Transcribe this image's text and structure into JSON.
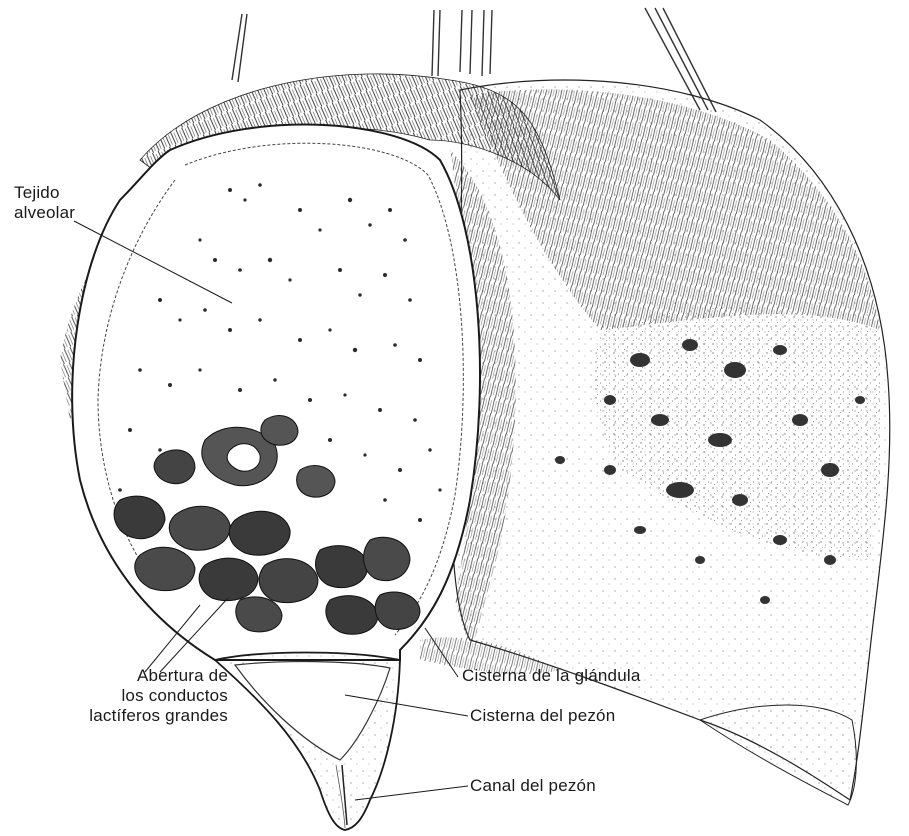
{
  "labels": {
    "tejido": "Tejido alveolar",
    "tejido_line1": "Tejido",
    "tejido_line2": "alveolar",
    "abertura_line1": "Abertura de",
    "abertura_line2": "los conductos",
    "abertura_line3": "lactíferos grandes",
    "cisterna_glandula": "Cisterna de la glándula",
    "cisterna_pezon": "Cisterna del pezón",
    "canal_pezon": "Canal del pezón"
  },
  "colors": {
    "ink": "#1a1a1a",
    "paper": "#ffffff",
    "hair": "#3a3a3a",
    "stipple": "#444444"
  }
}
